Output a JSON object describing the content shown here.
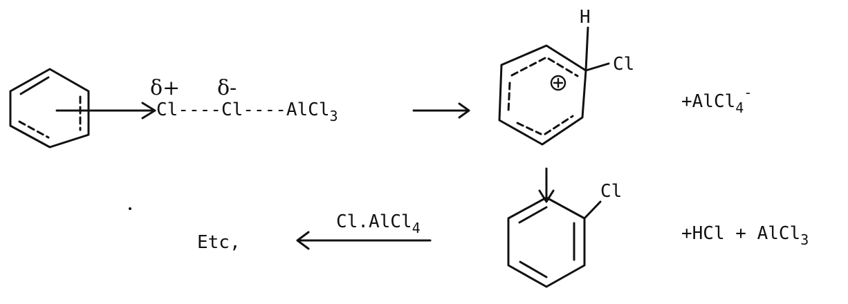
{
  "colors": {
    "ink": "#111111",
    "paper": "#ffffff"
  },
  "complex": {
    "delta_plus": "δ+",
    "delta_minus": "δ-",
    "cl_first": "Cl",
    "dash_first": "----",
    "cl_second": "Cl",
    "dash_second": "----",
    "alcl_base": "AlCl",
    "alcl_sub": "3"
  },
  "sigma_complex": {
    "h": "H",
    "cl": "Cl",
    "charge": "⊕"
  },
  "byproduct_top": {
    "text": "+AlCl",
    "sub": "4",
    "sup": "-"
  },
  "product": {
    "cl": "Cl"
  },
  "byproduct_bottom": {
    "text": "+HCl + AlCl",
    "sub": "3"
  },
  "reagent": {
    "text": "Cl.AlCl",
    "sub": "4"
  },
  "etc_label": "Etc,"
}
